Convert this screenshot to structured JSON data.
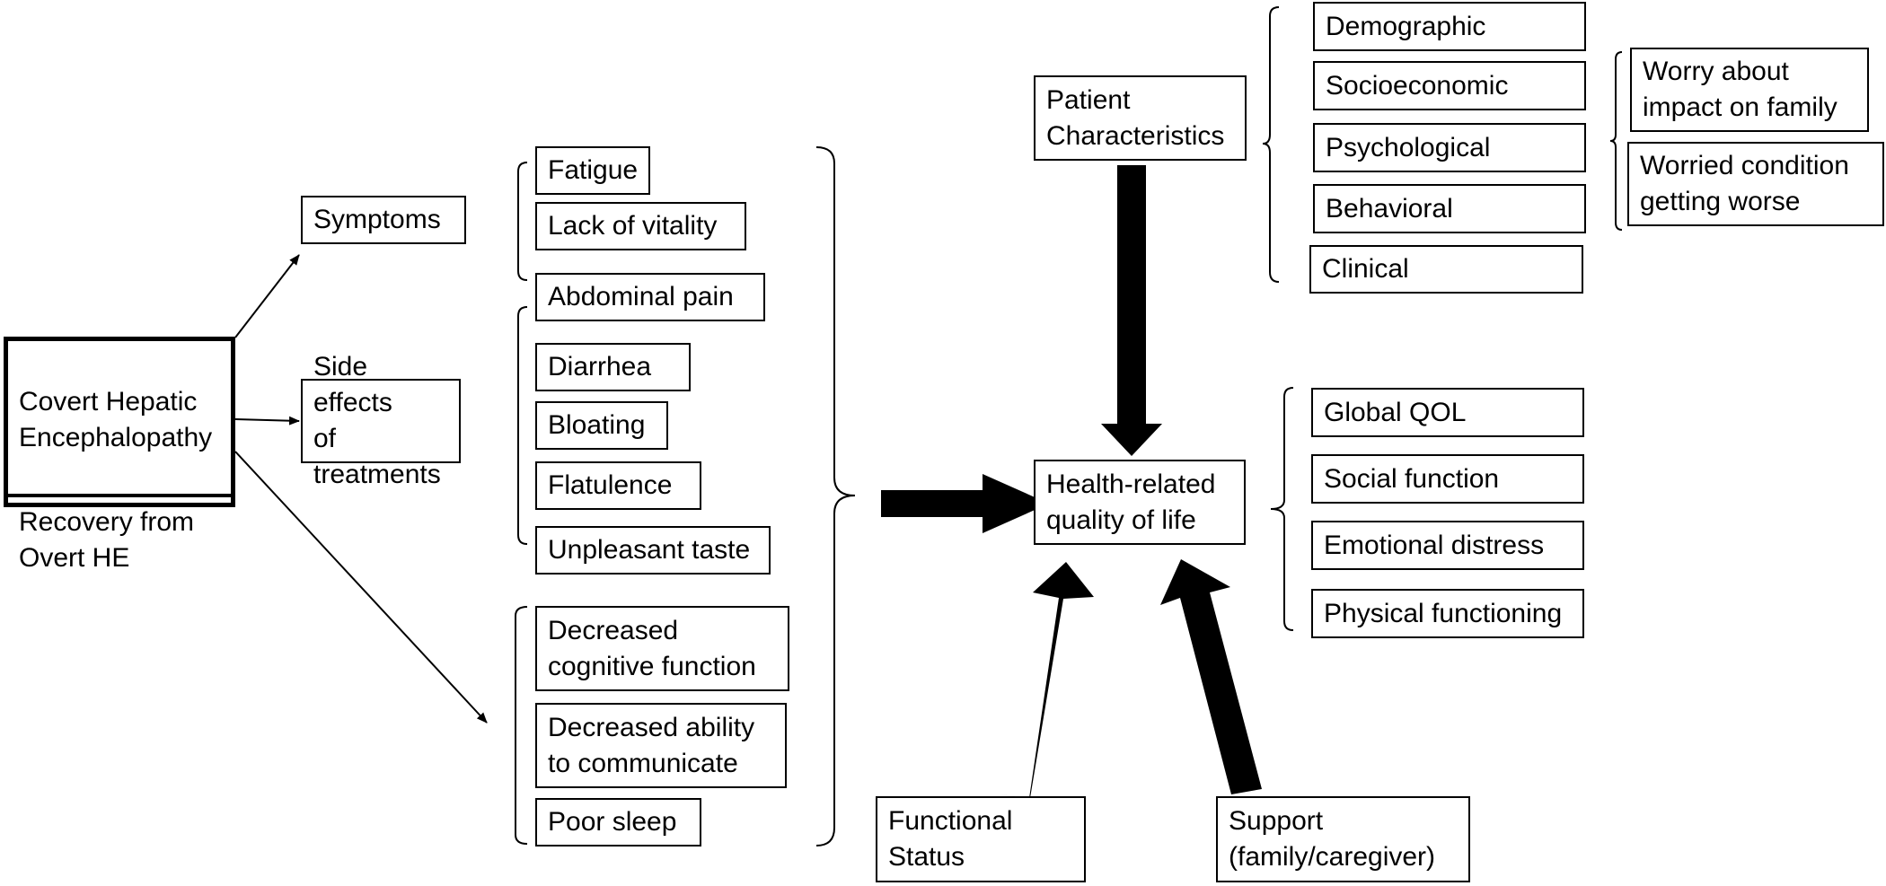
{
  "main_condition": {
    "line1": "Covert Hepatic\nEncephalopathy",
    "line2": "Recovery from\nOvert HE"
  },
  "categories": {
    "symptoms": "Symptoms",
    "side_effects": "Side effects\nof treatments"
  },
  "symptom_items": [
    "Fatigue",
    "Lack of vitality"
  ],
  "side_effect_items": [
    "Abdominal pain",
    "Diarrhea",
    "Bloating",
    "Flatulence",
    "Unpleasant taste"
  ],
  "cognitive_items": [
    "Decreased\ncognitive function",
    "Decreased ability\nto communicate",
    "Poor sleep"
  ],
  "center": "Health-related\nquality of life",
  "patient_characteristics": {
    "label": "Patient\nCharacteristics",
    "items": [
      "Demographic",
      "Socioeconomic",
      "Psychological",
      "Behavioral",
      "Clinical"
    ],
    "psychological_details": [
      "Worry about\nimpact on family",
      "Worried condition\ngetting worse"
    ]
  },
  "qol_domains": [
    "Global QOL",
    "Social function",
    "Emotional distress",
    "Physical functioning"
  ],
  "functional_status": "Functional\nStatus",
  "support": "Support\n(family/caregiver)"
}
